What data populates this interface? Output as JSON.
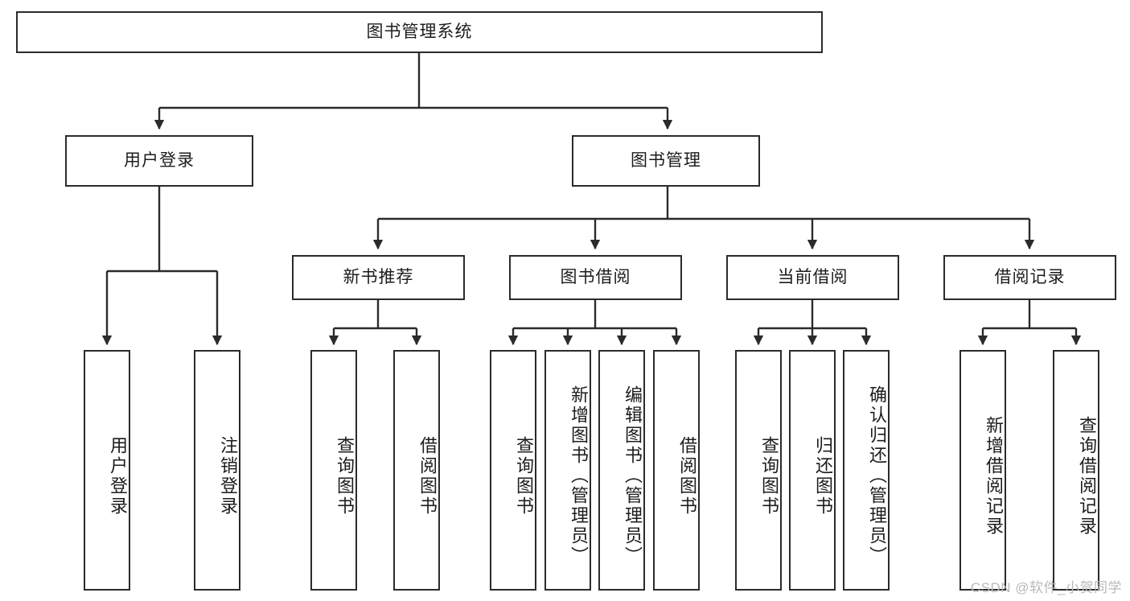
{
  "diagram": {
    "title": "图书管理系统",
    "type": "tree",
    "watermark": "CSDN @软件_小贺同学",
    "colors": {
      "stroke": "#2b2b2b",
      "fill": "#ffffff",
      "text": "#1c1c1c",
      "watermark": "#b9b9b9"
    },
    "levels": {
      "root": {
        "label": "图书管理系统"
      },
      "level2": [
        {
          "label": "用户登录"
        },
        {
          "label": "图书管理"
        }
      ],
      "level3": [
        {
          "label": "新书推荐"
        },
        {
          "label": "图书借阅"
        },
        {
          "label": "当前借阅"
        },
        {
          "label": "借阅记录"
        }
      ],
      "leaves": {
        "user_login": [
          {
            "label": "用户登录"
          },
          {
            "label": "注销登录"
          }
        ],
        "new_book": [
          {
            "label": "查询图书"
          },
          {
            "label": "借阅图书"
          }
        ],
        "book_borrow": [
          {
            "label": "查询图书"
          },
          {
            "label": "新增图书（管理员）"
          },
          {
            "label": "编辑图书（管理员）"
          },
          {
            "label": "借阅图书"
          }
        ],
        "current_borrow": [
          {
            "label": "查询图书"
          },
          {
            "label": "归还图书"
          },
          {
            "label": "确认归还（管理员）"
          }
        ],
        "borrow_record": [
          {
            "label": "新增借阅记录"
          },
          {
            "label": "查询借阅记录"
          }
        ]
      }
    }
  }
}
